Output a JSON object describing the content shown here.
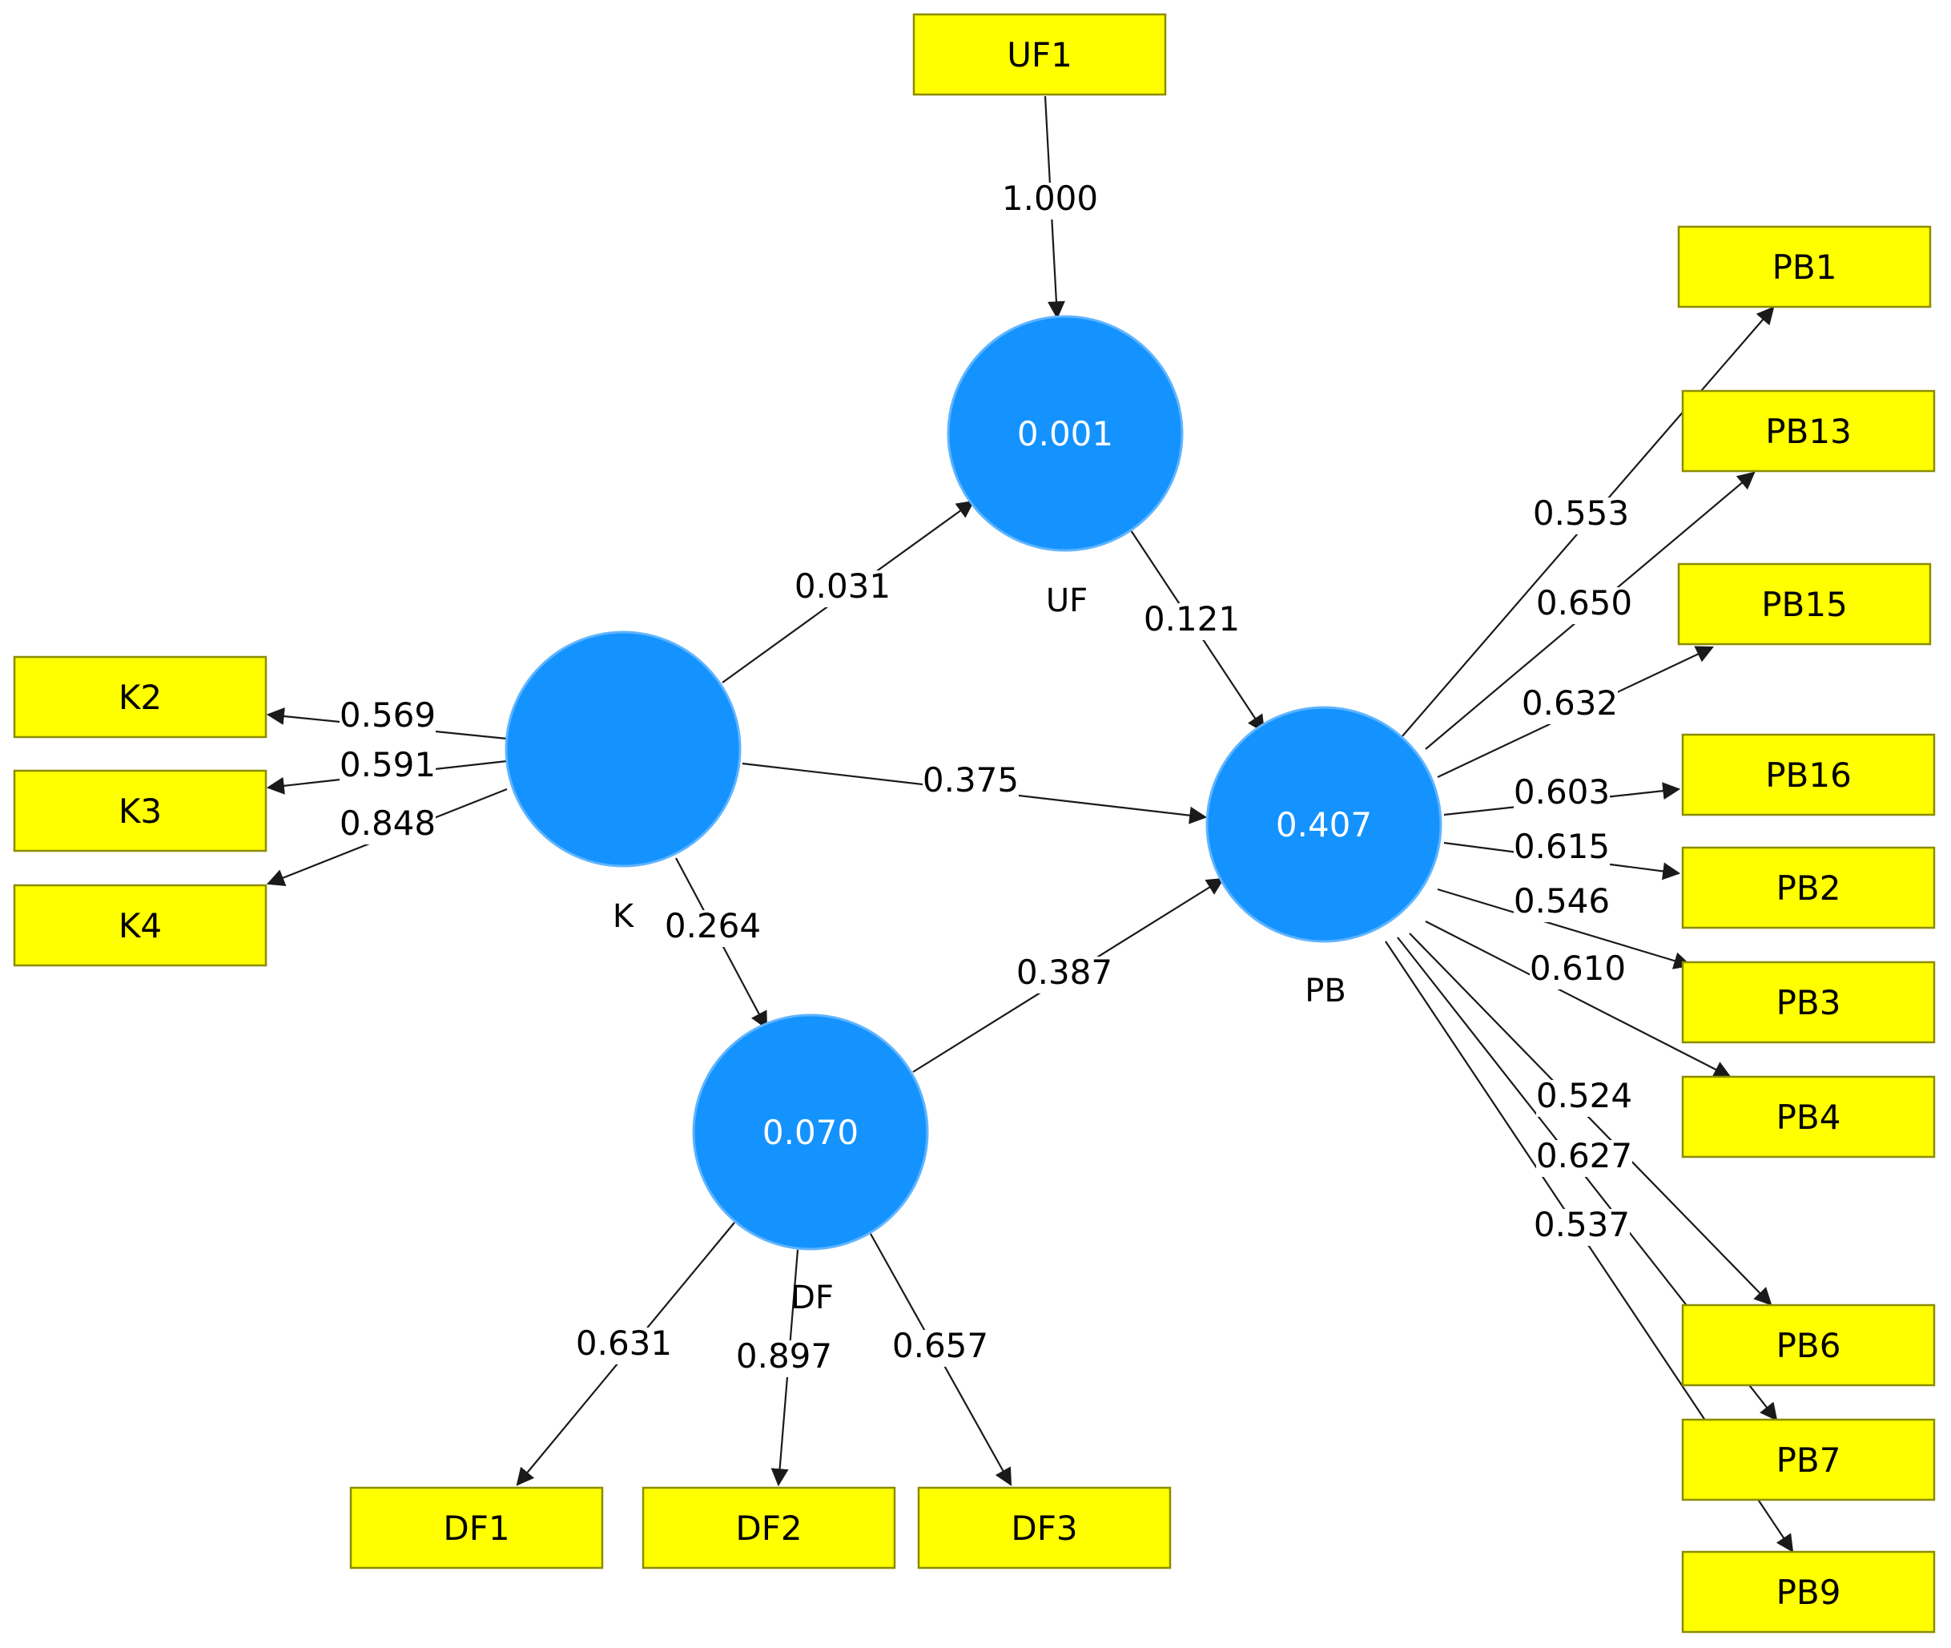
{
  "latent_variables": [
    {
      "id": "UF",
      "name": "UF",
      "value": "0.001"
    },
    {
      "id": "K",
      "name": "K",
      "value": ""
    },
    {
      "id": "PB",
      "name": "PB",
      "value": "0.407"
    },
    {
      "id": "DF",
      "name": "DF",
      "value": "0.070"
    }
  ],
  "indicators": [
    "UF1",
    "K2",
    "K3",
    "K4",
    "DF1",
    "DF2",
    "DF3",
    "PB1",
    "PB13",
    "PB15",
    "PB16",
    "PB2",
    "PB3",
    "PB4",
    "PB6",
    "PB7",
    "PB9"
  ],
  "paths": [
    {
      "from": "UF1",
      "to": "UF",
      "weight": "1.000"
    },
    {
      "from": "K",
      "to": "UF",
      "weight": "0.031"
    },
    {
      "from": "UF",
      "to": "PB",
      "weight": "0.121"
    },
    {
      "from": "K",
      "to": "PB",
      "weight": "0.375"
    },
    {
      "from": "K",
      "to": "DF",
      "weight": "0.264"
    },
    {
      "from": "DF",
      "to": "PB",
      "weight": "0.387"
    },
    {
      "from": "K",
      "to": "K2",
      "weight": "0.569"
    },
    {
      "from": "K",
      "to": "K3",
      "weight": "0.591"
    },
    {
      "from": "K",
      "to": "K4",
      "weight": "0.848"
    },
    {
      "from": "DF",
      "to": "DF1",
      "weight": "0.631"
    },
    {
      "from": "DF",
      "to": "DF2",
      "weight": "0.897"
    },
    {
      "from": "DF",
      "to": "DF3",
      "weight": "0.657"
    },
    {
      "from": "PB",
      "to": "PB1",
      "weight": "0.553"
    },
    {
      "from": "PB",
      "to": "PB13",
      "weight": "0.650"
    },
    {
      "from": "PB",
      "to": "PB15",
      "weight": "0.632"
    },
    {
      "from": "PB",
      "to": "PB16",
      "weight": "0.603"
    },
    {
      "from": "PB",
      "to": "PB2",
      "weight": "0.615"
    },
    {
      "from": "PB",
      "to": "PB3",
      "weight": "0.546"
    },
    {
      "from": "PB",
      "to": "PB4",
      "weight": "0.610"
    },
    {
      "from": "PB",
      "to": "PB6",
      "weight": "0.524"
    },
    {
      "from": "PB",
      "to": "PB7",
      "weight": "0.627"
    },
    {
      "from": "PB",
      "to": "PB9",
      "weight": "0.537"
    }
  ],
  "colors": {
    "indicator_fill": "#ffff00",
    "latent_fill": "#1493ff",
    "line": "#1a1a1a"
  }
}
